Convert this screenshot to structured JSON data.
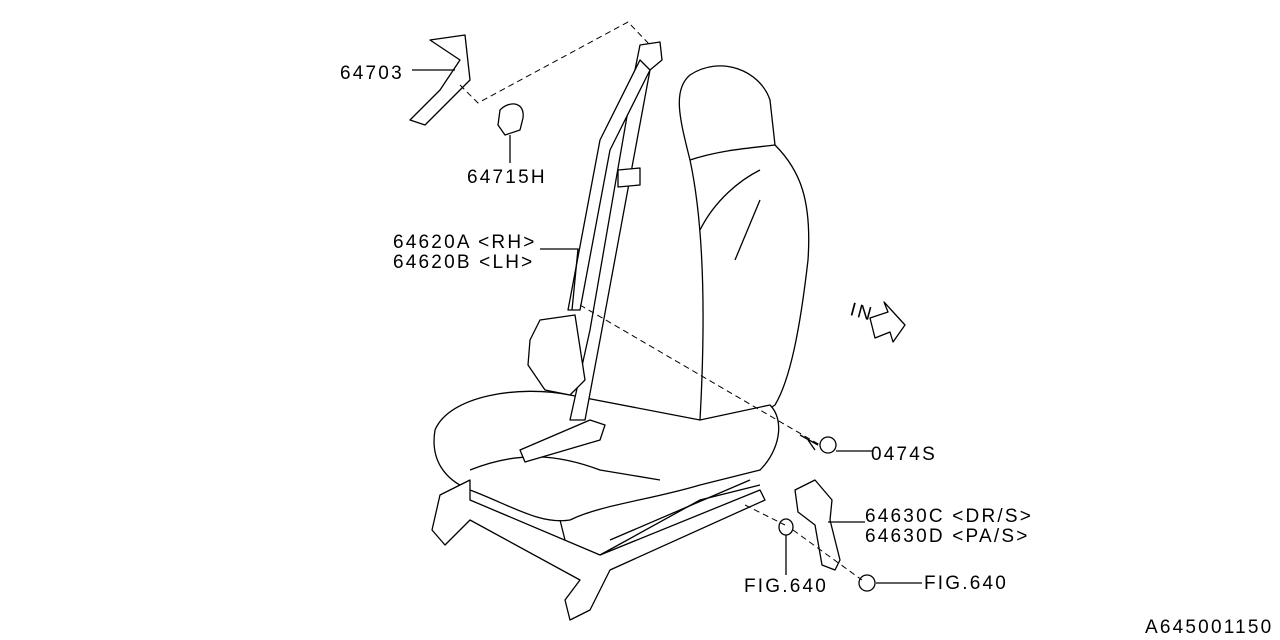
{
  "diagram": {
    "parts": [
      {
        "part_no": "64703"
      },
      {
        "part_no": "64715H"
      },
      {
        "part_no": "64620A <RH>"
      },
      {
        "part_no": "64620B <LH>"
      },
      {
        "part_no": "0474S"
      },
      {
        "part_no": "64630C <DR/S>"
      },
      {
        "part_no": "64630D <PA/S>"
      }
    ],
    "refs": [
      "FIG.640",
      "FIG.640"
    ],
    "direction_label": "IN",
    "drawing_id": "A645001150"
  }
}
